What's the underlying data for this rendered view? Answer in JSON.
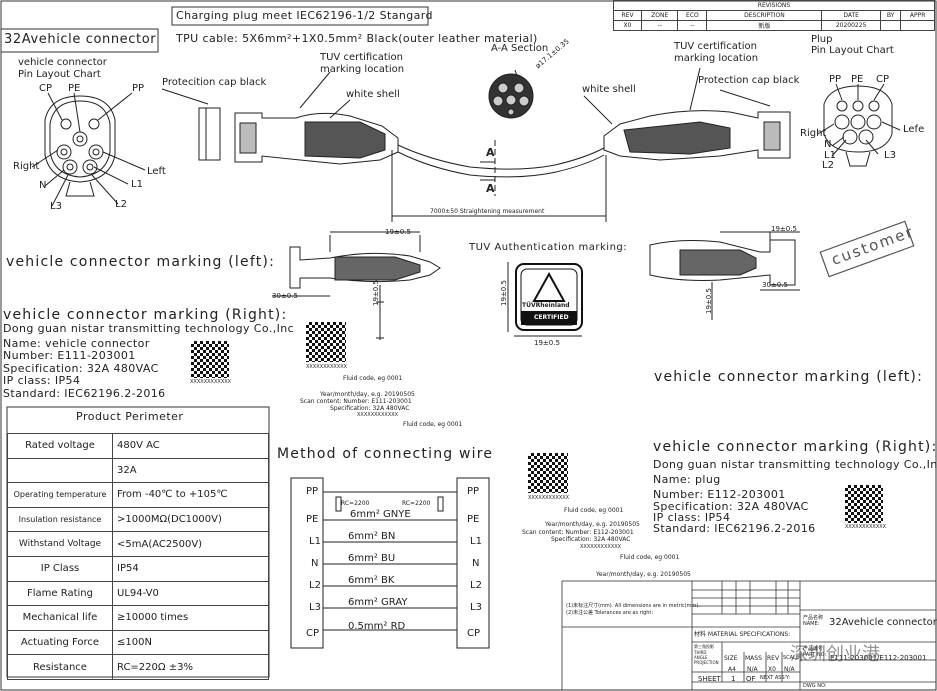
{
  "title_box": "32Avehicle connector",
  "header_note": "Charging plug meet IEC62196-1/2 Stangard",
  "cable_note": "TPU cable: 5X6mm²+1X0.5mm² Black(outer leather material)",
  "left_pin_chart": {
    "title1": "vehicle connector",
    "title2": "Pin Layout Chart",
    "pins": {
      "cp": "CP",
      "pe": "PE",
      "pp": "PP",
      "right": "Right",
      "left": "Left",
      "n": "N",
      "l1": "L1",
      "l3": "L3",
      "l2": "L2"
    }
  },
  "right_pin_chart": {
    "title1": "Plup",
    "title2": "Pin Layout Chart",
    "pins": {
      "pp": "PP",
      "pe": "PE",
      "cp": "CP",
      "right": "Right",
      "lefe": "Lefe",
      "n": "N",
      "l1": "L1",
      "l2": "L2",
      "l3": "L3"
    }
  },
  "drawing_labels": {
    "cap_left": "Protecition cap black",
    "tuv_left1": "TUV certification",
    "tuv_left2": "marking location",
    "white_shell_left": "white shell",
    "section": "A-A Section",
    "diameter": "ø17.1±0.35",
    "white_shell_right": "white shell",
    "tuv_right1": "TUV certification",
    "tuv_right2": "marking location",
    "cap_right": "Protection cap black",
    "length": "7000±50 Straightening measurement",
    "section_a1": "A",
    "section_a2": "A"
  },
  "revisions": {
    "title": "REVISIONS",
    "headers": [
      "REV",
      "ZONE",
      "ECO",
      "DESCRIPTION",
      "DATE",
      "BY",
      "APPR"
    ],
    "row": [
      "X0",
      "--",
      "--",
      "新版",
      "20200225",
      "",
      ""
    ]
  },
  "marking_left_heading": "vehicle connector marking (left):",
  "dim_19_a": "19±0.5",
  "dim_30_a": "30±0.5",
  "dim_19_b": "19±0.5",
  "tuv_auth": "TUV Authentication marking:",
  "tuv_logo": {
    "brand": "TÜVRheinland",
    "certified": "CERTIFIED"
  },
  "dim_19_logo_v": "19±0.5",
  "dim_19_logo_h": "19±0.5",
  "dim_19_c": "19±0.5",
  "dim_30_c": "30±0.5",
  "dim_19_d": "19±0.5",
  "stamp": "customer",
  "connector_right_marking": {
    "heading": "vehicle connector marking (Right):",
    "company": "Dong guan nistar transmitting technology Co.,Inc",
    "name": "Name: vehicle connector",
    "number": "Number: E111-203001",
    "spec": "Specification: 32A 480VAC",
    "ip": "IP class: IP54",
    "standard": "Standard: IEC62196.2-2016",
    "qr_caption": "XXXXXXXXXXXX"
  },
  "qr_notes_left": {
    "qr_caption": "XXXXXXXXXXXX",
    "fluid1": "Fluid code, eg 0001",
    "date": "Year/month/day, e.g. 20190505",
    "scan": "Scan content: Number: E111-203001",
    "spec": "Specification: 32A 480VAC",
    "xx": "XXXXXXXXXXXX",
    "fluid2": "Fluid code, eg 0001"
  },
  "plug_left_marking": "vehicle connector marking (left):",
  "plug_right_marking": {
    "heading": "vehicle connector marking (Right):",
    "company": "Dong guan nistar transmitting technology Co.,Inc",
    "name": "Name: plug",
    "number": "Number: E112-203001",
    "spec": "Specification: 32A 480VAC",
    "ip": "IP class: IP54",
    "standard": "Standard: IEC62196.2-2016",
    "qr_caption": "XXXXXXXXXXXX"
  },
  "qr_notes_mid": {
    "qr_caption": "XXXXXXXXXXXX",
    "fluid1": "Fluid code, eg 0001",
    "date": "Year/month/day, e.g. 20190505",
    "scan": "Scan content: Number: E112-203001",
    "spec": "Specification: 32A 480VAC",
    "xx": "XXXXXXXXXXXX",
    "fluid2": "Fluid code, eg 0001",
    "date2": "Year/month/day, e.g. 20190505"
  },
  "product_perimeter": {
    "title": "Product Perimeter",
    "rows": [
      [
        "Rated voltage",
        "480V AC"
      ],
      [
        "",
        "32A"
      ],
      [
        "Operating temperature",
        "From -40℃ to +105℃"
      ],
      [
        "Insulation resistance",
        ">1000MΩ(DC1000V)"
      ],
      [
        "Withstand Voltage",
        "<5mA(AC2500V)"
      ],
      [
        "IP Class",
        "IP54"
      ],
      [
        "Flame Rating",
        "UL94-V0"
      ],
      [
        "Mechanical life",
        "≥10000 times"
      ],
      [
        "Actuating Force",
        "≤100N"
      ],
      [
        "Resistance",
        "RC=220Ω ±3%"
      ]
    ]
  },
  "wiring": {
    "title": "Method of connecting wire",
    "pins_left": [
      "PP",
      "PE",
      "L1",
      "N",
      "L2",
      "L3",
      "CP"
    ],
    "pins_right": [
      "PP",
      "PE",
      "L1",
      "N",
      "L2",
      "L3",
      "CP"
    ],
    "rc1": "RC=2200",
    "rc2": "RC=2200",
    "wires": [
      "6mm² GNYE",
      "6mm² BN",
      "6mm² BU",
      "6mm² BK",
      "6mm² GRAY",
      "0.5mm² RD"
    ]
  },
  "title_block": {
    "name_label": "产品名称 NAME:",
    "name": "32Avehicle connector",
    "notes1": "(1)未标注尺寸(mm). All dimensions are in metric(mm).",
    "notes2": "(2)未注公差 Tolerances are as right:",
    "material": "材料 MATERIAL SPECIFICATIONS:",
    "part_label": "产品编号 PART NO:",
    "part": "E111-203001/E112-203001",
    "third_angle": "第三角投影 THIRD ANGLE PROJECTION",
    "size": "SIZE",
    "size_v": "A4",
    "mass": "MASS",
    "mass_v": "N/A",
    "rev": "REV",
    "rev_v": "X0",
    "scale": "SCALE",
    "scale_v": "N/A",
    "sheet": "SHEET",
    "sheet_v": "1",
    "of": "OF",
    "next": "NEXT ASS'Y:",
    "dwg": "DWG NO:",
    "watermark": "深圳创业港"
  }
}
